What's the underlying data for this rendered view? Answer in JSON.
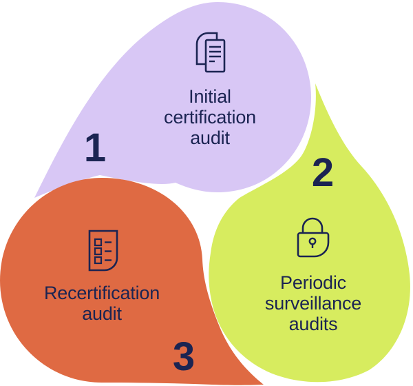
{
  "diagram": {
    "type": "cycle-teardrop-diagram",
    "steps": [
      {
        "number": "1",
        "icon": "pages-icon",
        "label": "Initial certification audit",
        "label_lines": [
          "Initial",
          "certification",
          "audit"
        ],
        "shape_color": "#D8C7F5"
      },
      {
        "number": "2",
        "icon": "lock-icon",
        "label": "Periodic surveillance audits",
        "label_lines": [
          "Periodic",
          "surveillance",
          "audits"
        ],
        "shape_color": "#D7EC5F"
      },
      {
        "number": "3",
        "icon": "checklist-icon",
        "label": "Recertification audit",
        "label_lines": [
          "Recertification",
          "audit"
        ],
        "shape_color": "#DF6A43"
      }
    ]
  },
  "colors": {
    "purple": "#D8C7F5",
    "green": "#D7EC5F",
    "orange": "#DF6A43",
    "navy": "#1B2452",
    "background": "#FFFFFF"
  }
}
